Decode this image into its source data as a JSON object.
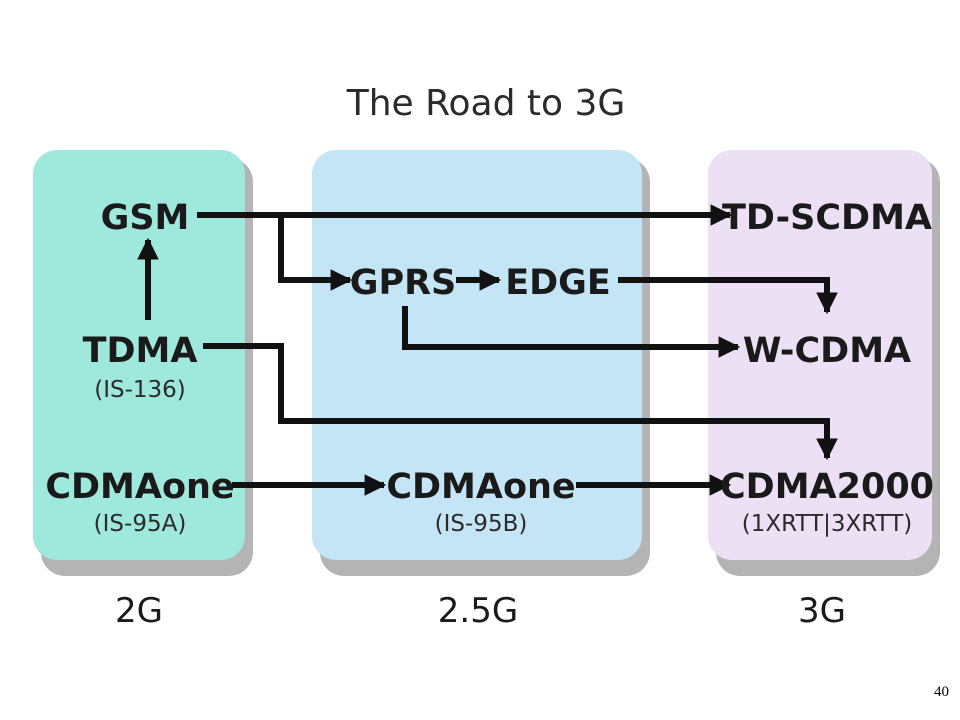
{
  "title": "The Road to 3G",
  "colors": {
    "panel_2g": "#9ee8dc",
    "panel_25g": "#c4e5f6",
    "panel_3g": "#ece0f5",
    "shadow": "#b4b4b4",
    "arrow": "#111111"
  },
  "columns": {
    "col_2g": {
      "label": "2G",
      "gsm": "GSM",
      "tdma": "TDMA",
      "tdma_sub": "(IS-136)",
      "cdma": "CDMAone",
      "cdma_sub": "(IS-95A)"
    },
    "col_25g": {
      "label": "2.5G",
      "gprs": "GPRS",
      "edge": "EDGE",
      "cdma": "CDMAone",
      "cdma_sub": "(IS-95B)"
    },
    "col_3g": {
      "label": "3G",
      "tdscdma": "TD-SCDMA",
      "wcdma": "W-CDMA",
      "cdma2000": "CDMA2000",
      "cdma2000_sub": "(1XRTT|3XRTT)"
    }
  },
  "page_number": "40"
}
